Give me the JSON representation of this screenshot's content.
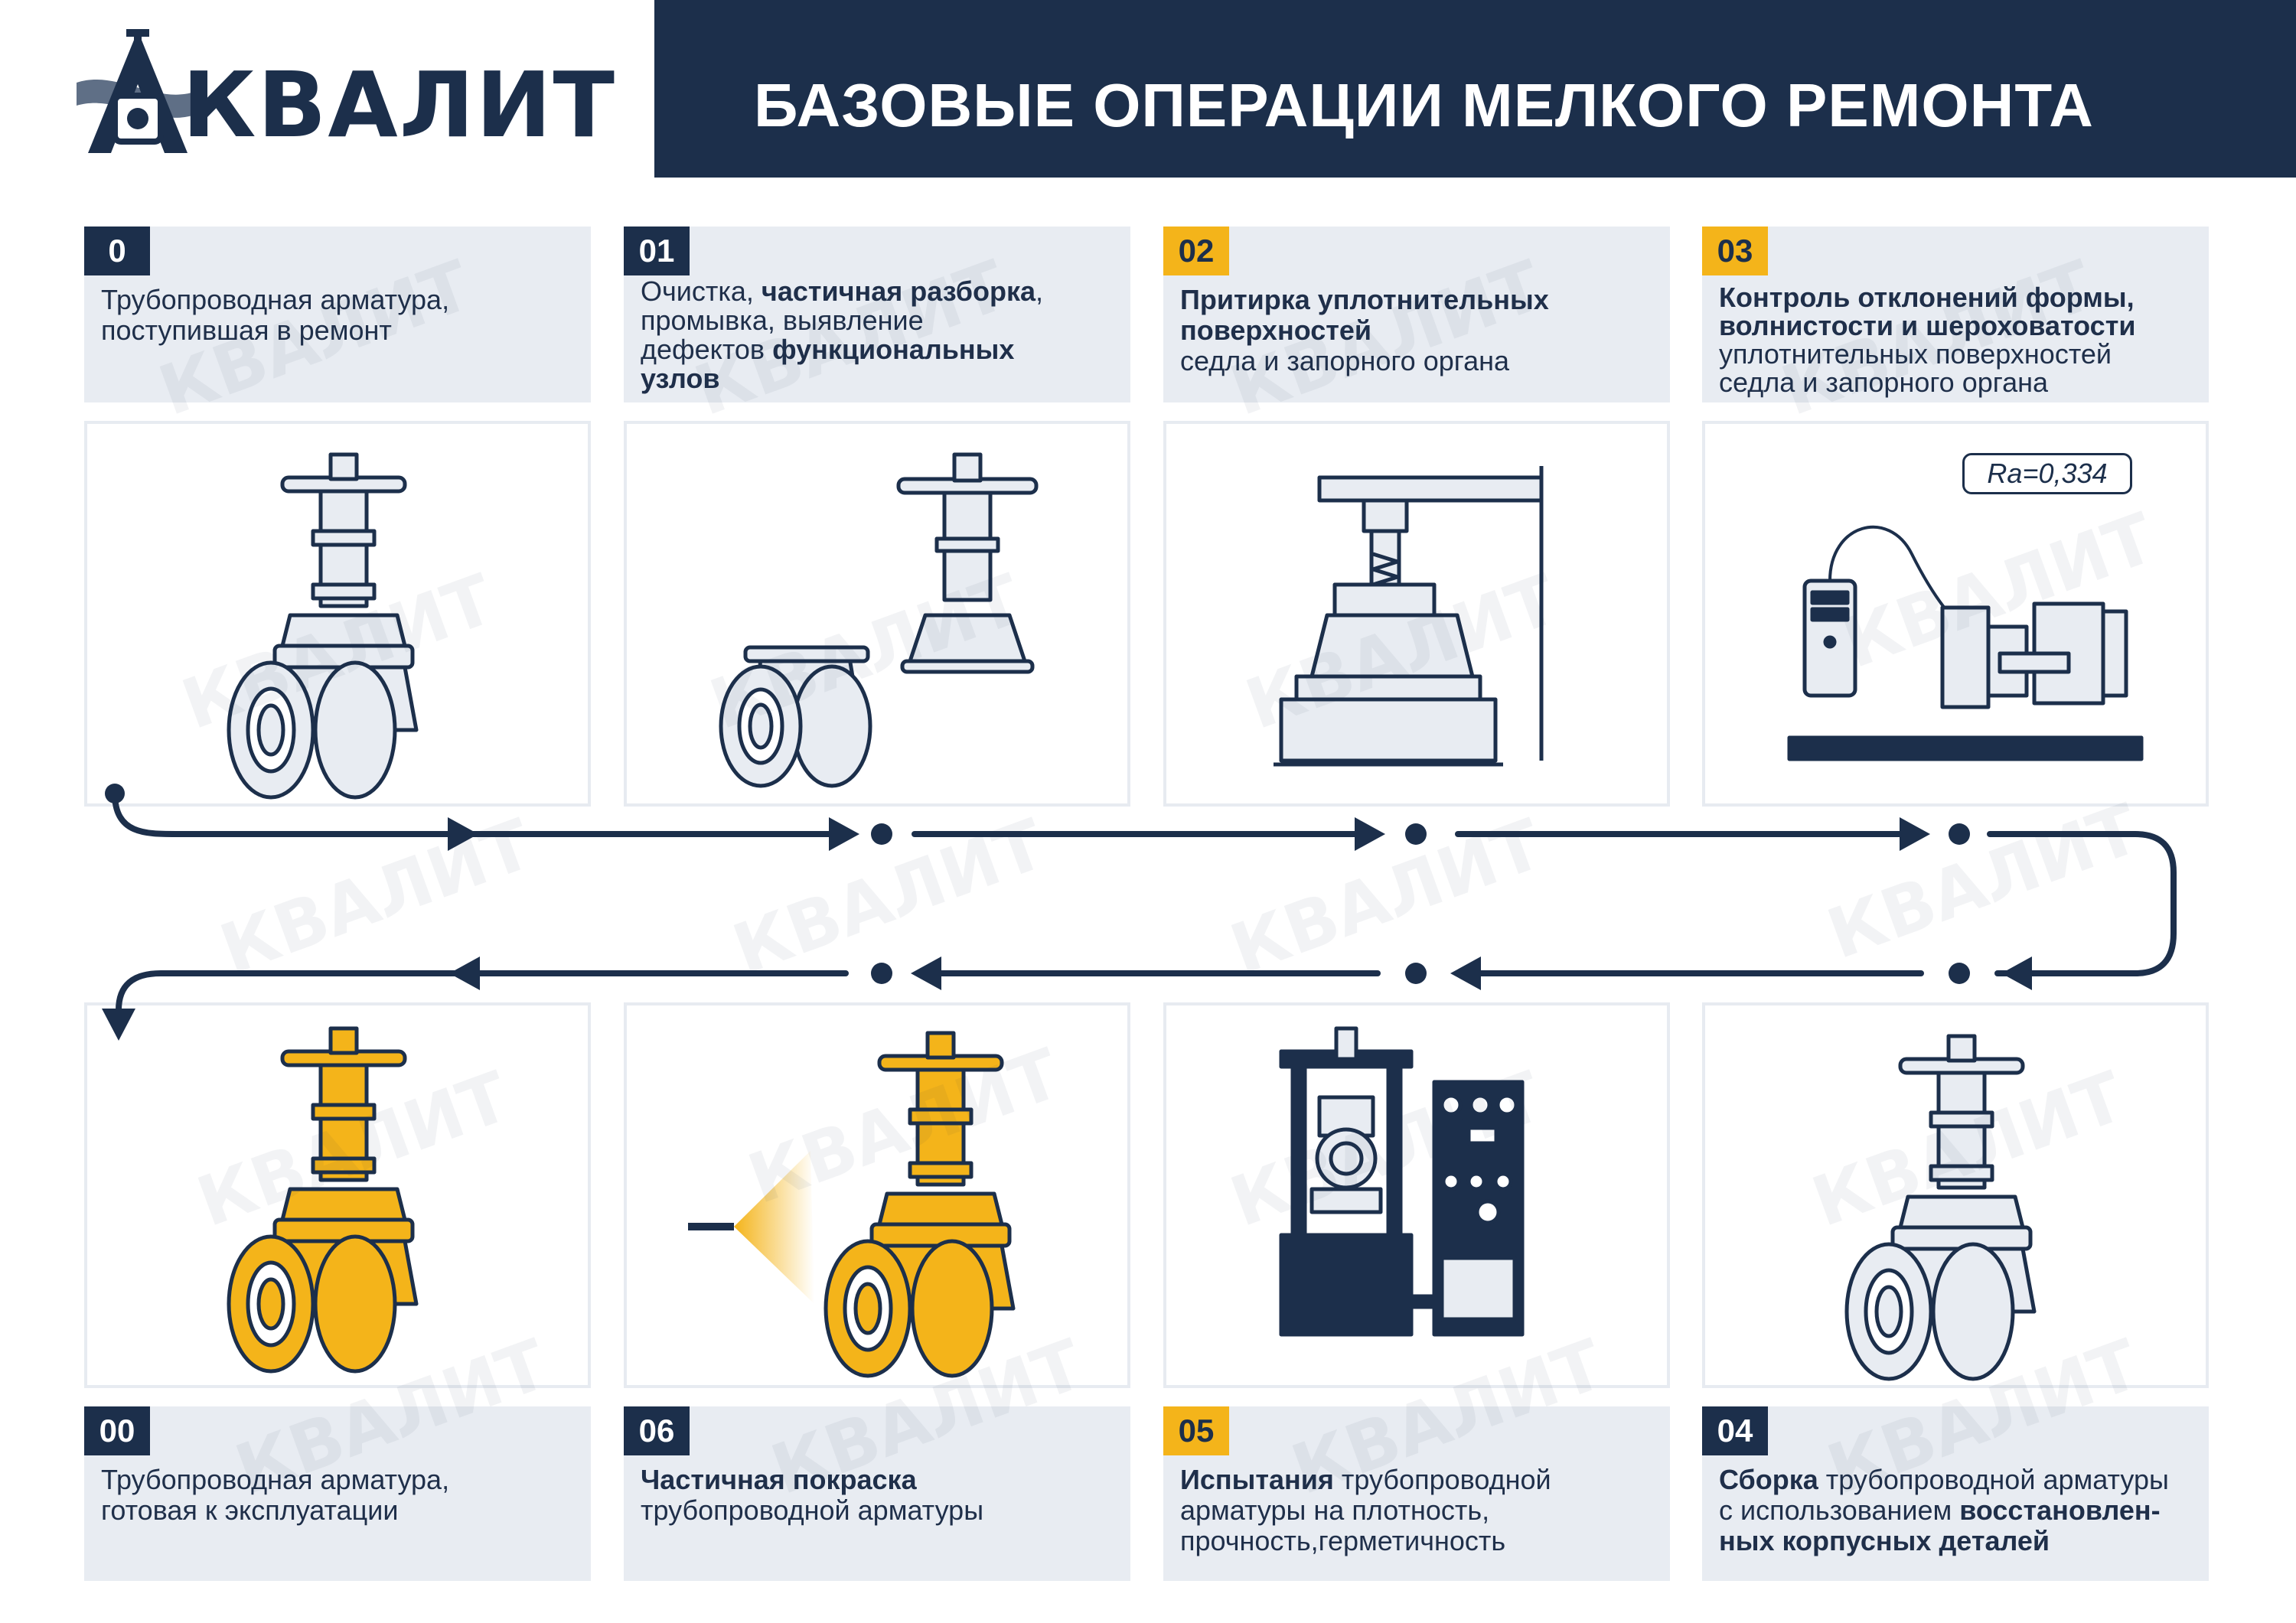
{
  "header": {
    "logo_text": "КВАЛИТ",
    "title": "БАЗОВЫЕ ОПЕРАЦИИ МЕЛКОГО РЕМОНТА"
  },
  "colors": {
    "navy": "#1c2f4b",
    "accent_yellow": "#f4b41a",
    "box_gray": "#e8ecf2"
  },
  "steps": {
    "s0": {
      "number": "0",
      "lines": [
        [
          {
            "t": "Трубопроводная арматура,",
            "b": false
          }
        ],
        [
          {
            "t": "поступившая в ремонт",
            "b": false
          }
        ]
      ]
    },
    "s01": {
      "number": "01",
      "lines": [
        [
          {
            "t": "Очистка, ",
            "b": false
          },
          {
            "t": "частичная разборка",
            "b": true
          },
          {
            "t": ",",
            "b": false
          }
        ],
        [
          {
            "t": "промывка, выявление",
            "b": false
          }
        ],
        [
          {
            "t": "дефектов ",
            "b": false
          },
          {
            "t": "функциональных",
            "b": true
          }
        ],
        [
          {
            "t": "узлов",
            "b": true
          }
        ]
      ]
    },
    "s02": {
      "number": "02",
      "lines": [
        [
          {
            "t": "Притирка уплотнительных",
            "b": true
          }
        ],
        [
          {
            "t": "поверхностей",
            "b": true
          }
        ],
        [
          {
            "t": "седла и запорного органа",
            "b": false
          }
        ]
      ]
    },
    "s03": {
      "number": "03",
      "lines": [
        [
          {
            "t": "Контроль отклонений формы,",
            "b": true
          }
        ],
        [
          {
            "t": "волнистости и шероховатости",
            "b": true
          }
        ],
        [
          {
            "t": "уплотнительных поверхностей",
            "b": false
          }
        ],
        [
          {
            "t": "седла и запорного органа",
            "b": false
          }
        ]
      ]
    },
    "s00": {
      "number": "00",
      "lines": [
        [
          {
            "t": "Трубопроводная арматура,",
            "b": false
          }
        ],
        [
          {
            "t": "готовая к эксплуатации",
            "b": false
          }
        ]
      ]
    },
    "s06": {
      "number": "06",
      "lines": [
        [
          {
            "t": "Частичная покраска",
            "b": true
          }
        ],
        [
          {
            "t": "трубопроводной арматуры",
            "b": false
          }
        ]
      ]
    },
    "s05": {
      "number": "05",
      "lines": [
        [
          {
            "t": "Испытания",
            "b": true
          },
          {
            "t": " трубопроводной",
            "b": false
          }
        ],
        [
          {
            "t": "арматуры на плотность,",
            "b": false
          }
        ],
        [
          {
            "t": "прочность,герметичность",
            "b": false
          }
        ]
      ]
    },
    "s04": {
      "number": "04",
      "lines": [
        [
          {
            "t": "Сборка",
            "b": true
          },
          {
            "t": " трубопроводной арматуры",
            "b": false
          }
        ],
        [
          {
            "t": "с использованием ",
            "b": false
          },
          {
            "t": "восстановлен-",
            "b": true
          }
        ],
        [
          {
            "t": "ных корпусных деталей",
            "b": true
          }
        ]
      ]
    }
  },
  "roughness_readout": "Ra=0,334",
  "watermark": "КВАЛИТ"
}
